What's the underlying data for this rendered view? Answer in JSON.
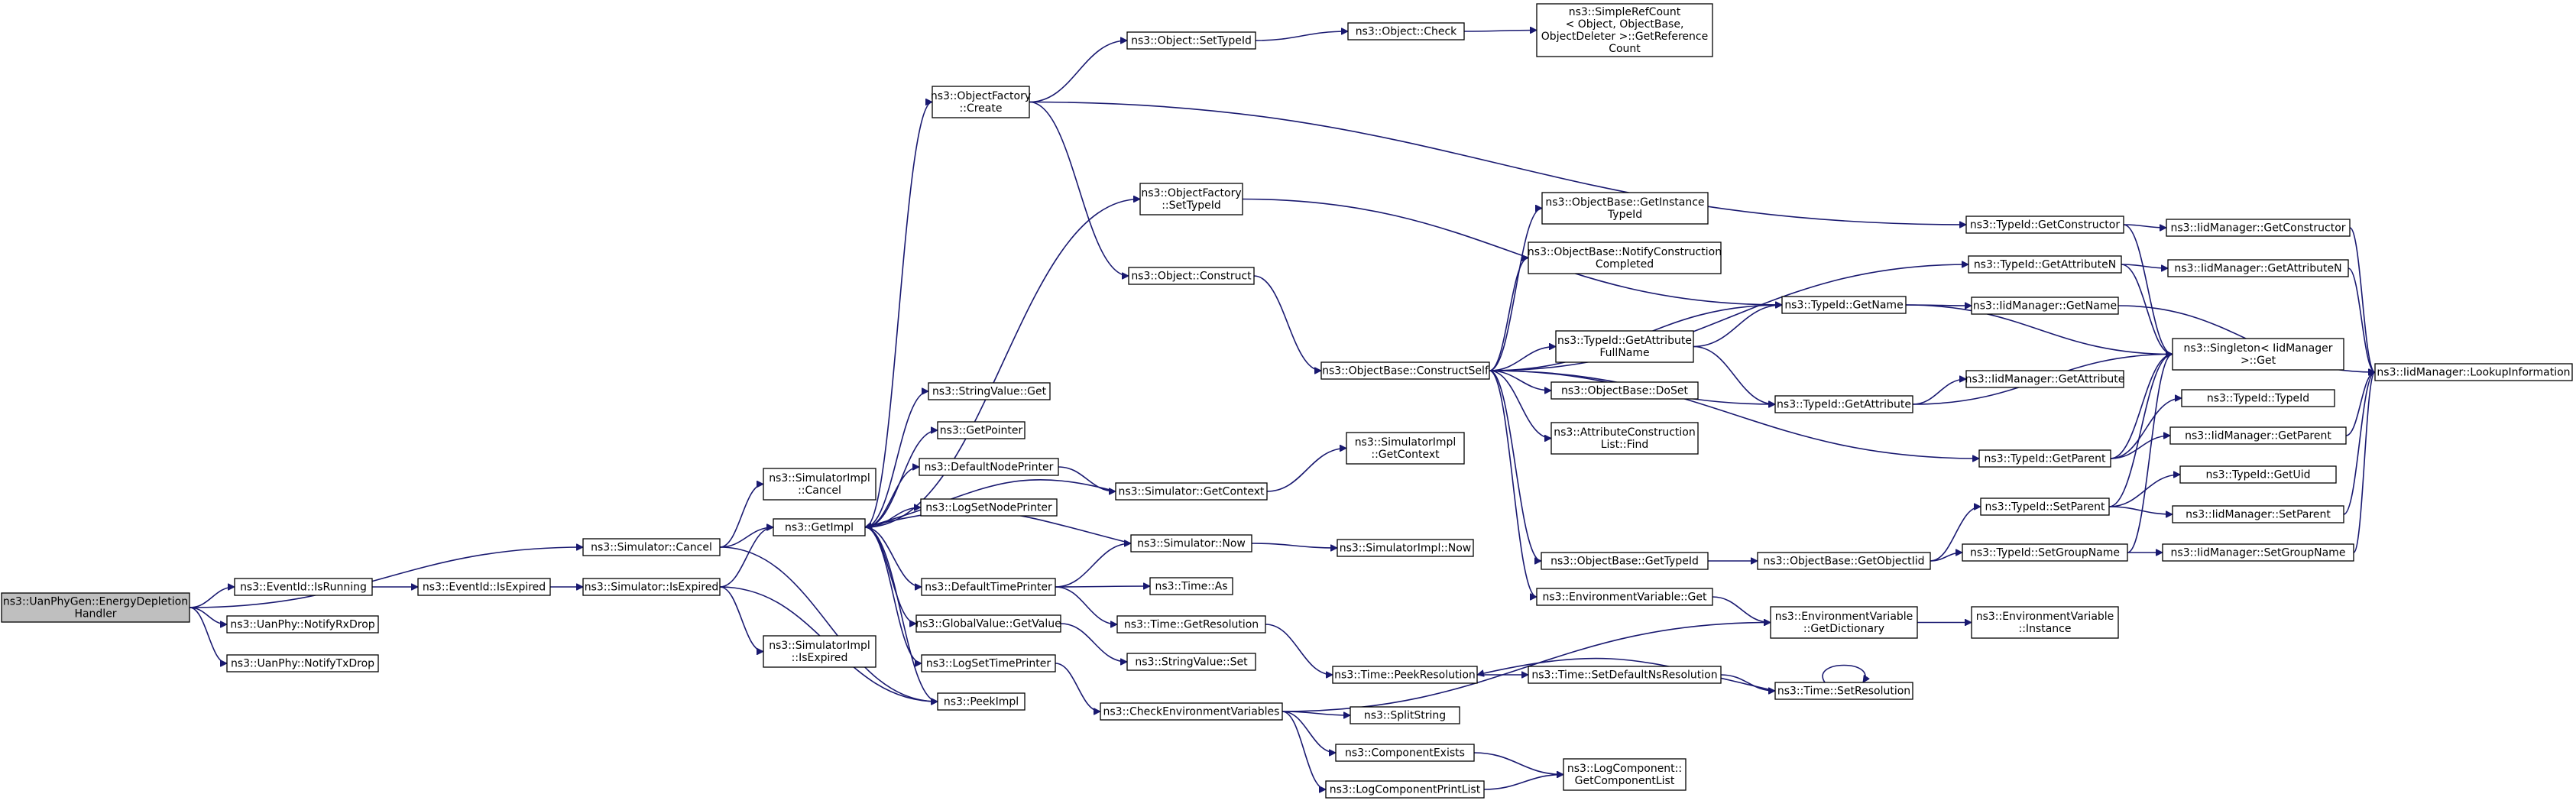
{
  "root": "ns3::UanPhyGen::EnergyDepletionHandler",
  "nodes": [
    {
      "id": "root",
      "label": [
        "ns3::UanPhyGen::EnergyDepletion",
        "Handler"
      ]
    },
    {
      "id": "simcancel",
      "label": [
        "ns3::Simulator::Cancel"
      ]
    },
    {
      "id": "eventisrunning",
      "label": [
        "ns3::EventId::IsRunning"
      ]
    },
    {
      "id": "notifyrx",
      "label": [
        "ns3::UanPhy::NotifyRxDrop"
      ]
    },
    {
      "id": "notifytx",
      "label": [
        "ns3::UanPhy::NotifyTxDrop"
      ]
    },
    {
      "id": "eventisexpired",
      "label": [
        "ns3::EventId::IsExpired"
      ]
    },
    {
      "id": "simisexpired",
      "label": [
        "ns3::Simulator::IsExpired"
      ]
    },
    {
      "id": "simimplcancel",
      "label": [
        "ns3::SimulatorImpl",
        "::Cancel"
      ]
    },
    {
      "id": "simimplisexpired",
      "label": [
        "ns3::SimulatorImpl",
        "::IsExpired"
      ]
    },
    {
      "id": "getimpl",
      "label": [
        "ns3::GetImpl"
      ]
    },
    {
      "id": "peekimpl",
      "label": [
        "ns3::PeekImpl"
      ]
    },
    {
      "id": "objfactorycreate",
      "label": [
        "ns3::ObjectFactory",
        "::Create"
      ]
    },
    {
      "id": "objfactorysettypeid",
      "label": [
        "ns3::ObjectFactory",
        "::SetTypeId"
      ]
    },
    {
      "id": "stringvalueget",
      "label": [
        "ns3::StringValue::Get"
      ]
    },
    {
      "id": "getpointer",
      "label": [
        "ns3::GetPointer"
      ]
    },
    {
      "id": "defaultnodeprinter",
      "label": [
        "ns3::DefaultNodePrinter"
      ]
    },
    {
      "id": "logsetnodeprinter",
      "label": [
        "ns3::LogSetNodePrinter"
      ]
    },
    {
      "id": "defaulttimeprinter",
      "label": [
        "ns3::DefaultTimePrinter"
      ]
    },
    {
      "id": "globalvalueget",
      "label": [
        "ns3::GlobalValue::GetValue"
      ]
    },
    {
      "id": "logsettimeprinter",
      "label": [
        "ns3::LogSetTimePrinter"
      ]
    },
    {
      "id": "objsettypeid",
      "label": [
        "ns3::Object::SetTypeId"
      ]
    },
    {
      "id": "objconstruct",
      "label": [
        "ns3::Object::Construct"
      ]
    },
    {
      "id": "simgetcontext",
      "label": [
        "ns3::Simulator::GetContext"
      ]
    },
    {
      "id": "simnow",
      "label": [
        "ns3::Simulator::Now"
      ]
    },
    {
      "id": "timeas",
      "label": [
        "ns3::Time::As"
      ]
    },
    {
      "id": "timegetres",
      "label": [
        "ns3::Time::GetResolution"
      ]
    },
    {
      "id": "stringvalueset",
      "label": [
        "ns3::StringValue::Set"
      ]
    },
    {
      "id": "checkenv",
      "label": [
        "ns3::CheckEnvironmentVariables"
      ]
    },
    {
      "id": "objcheck",
      "label": [
        "ns3::Object::Check"
      ]
    },
    {
      "id": "objbaseconstructself",
      "label": [
        "ns3::ObjectBase::ConstructSelf"
      ]
    },
    {
      "id": "simimplgetcontext",
      "label": [
        "ns3::SimulatorImpl",
        "::GetContext"
      ]
    },
    {
      "id": "simimplnow",
      "label": [
        "ns3::SimulatorImpl::Now"
      ]
    },
    {
      "id": "timepeekres",
      "label": [
        "ns3::Time::PeekResolution"
      ]
    },
    {
      "id": "splitstring",
      "label": [
        "ns3::SplitString"
      ]
    },
    {
      "id": "componentexists",
      "label": [
        "ns3::ComponentExists"
      ]
    },
    {
      "id": "logcompprintlist",
      "label": [
        "ns3::LogComponentPrintList"
      ]
    },
    {
      "id": "simplerefcount",
      "label": [
        "ns3::SimpleRefCount",
        "< Object, ObjectBase,",
        "ObjectDeleter >::GetReference",
        "Count"
      ]
    },
    {
      "id": "objbasegetinstancetypeid",
      "label": [
        "ns3::ObjectBase::GetInstance",
        "TypeId"
      ]
    },
    {
      "id": "objbasenotify",
      "label": [
        "ns3::ObjectBase::NotifyConstruction",
        "Completed"
      ]
    },
    {
      "id": "typeidgetattrfullname",
      "label": [
        "ns3::TypeId::GetAttribute",
        "FullName"
      ]
    },
    {
      "id": "objbasedoset",
      "label": [
        "ns3::ObjectBase::DoSet"
      ]
    },
    {
      "id": "attrconstrlistfind",
      "label": [
        "ns3::AttributeConstruction",
        "List::Find"
      ]
    },
    {
      "id": "objbasegettypeid",
      "label": [
        "ns3::ObjectBase::GetTypeId"
      ]
    },
    {
      "id": "envget",
      "label": [
        "ns3::EnvironmentVariable::Get"
      ]
    },
    {
      "id": "timesetdefaultns",
      "label": [
        "ns3::Time::SetDefaultNsResolution"
      ]
    },
    {
      "id": "timesetres",
      "label": [
        "ns3::Time::SetResolution"
      ]
    },
    {
      "id": "logcompgetlist",
      "label": [
        "ns3::LogComponent::",
        "GetComponentList"
      ]
    },
    {
      "id": "typeidgetname",
      "label": [
        "ns3::TypeId::GetName"
      ]
    },
    {
      "id": "typeidgetattr",
      "label": [
        "ns3::TypeId::GetAttribute"
      ]
    },
    {
      "id": "objbasegetobjectiid",
      "label": [
        "ns3::ObjectBase::GetObjectIid"
      ]
    },
    {
      "id": "envgetdict",
      "label": [
        "ns3::EnvironmentVariable",
        "::GetDictionary"
      ]
    },
    {
      "id": "typeidgetconstructor",
      "label": [
        "ns3::TypeId::GetConstructor"
      ]
    },
    {
      "id": "typeidgetattrn",
      "label": [
        "ns3::TypeId::GetAttributeN"
      ]
    },
    {
      "id": "typeidgetparent",
      "label": [
        "ns3::TypeId::GetParent"
      ]
    },
    {
      "id": "typeidsetparent",
      "label": [
        "ns3::TypeId::SetParent"
      ]
    },
    {
      "id": "typeidsetgroupname",
      "label": [
        "ns3::TypeId::SetGroupName"
      ]
    },
    {
      "id": "envinstance",
      "label": [
        "ns3::EnvironmentVariable",
        "::Instance"
      ]
    },
    {
      "id": "iidgetconstructor",
      "label": [
        "ns3::IidManager::GetConstructor"
      ]
    },
    {
      "id": "iidgetattrn",
      "label": [
        "ns3::IidManager::GetAttributeN"
      ]
    },
    {
      "id": "iidgetname",
      "label": [
        "ns3::IidManager::GetName"
      ]
    },
    {
      "id": "iidgetattr",
      "label": [
        "ns3::IidManager::GetAttribute"
      ]
    },
    {
      "id": "singletonget",
      "label": [
        "ns3::Singleton< IidManager",
        ">::Get"
      ]
    },
    {
      "id": "typeidtypeid",
      "label": [
        "ns3::TypeId::TypeId"
      ]
    },
    {
      "id": "iidgetparent",
      "label": [
        "ns3::IidManager::GetParent"
      ]
    },
    {
      "id": "typeidgetuid",
      "label": [
        "ns3::TypeId::GetUid"
      ]
    },
    {
      "id": "iidsetparent",
      "label": [
        "ns3::IidManager::SetParent"
      ]
    },
    {
      "id": "iidsetgroupname",
      "label": [
        "ns3::IidManager::SetGroupName"
      ]
    },
    {
      "id": "iidlookup",
      "label": [
        "ns3::IidManager::LookupInformation"
      ]
    }
  ],
  "edges": [
    [
      "root",
      "simcancel"
    ],
    [
      "root",
      "eventisrunning"
    ],
    [
      "root",
      "notifyrx"
    ],
    [
      "root",
      "notifytx"
    ],
    [
      "simcancel",
      "simimplcancel"
    ],
    [
      "simcancel",
      "getimpl"
    ],
    [
      "simcancel",
      "peekimpl"
    ],
    [
      "eventisrunning",
      "eventisexpired"
    ],
    [
      "eventisexpired",
      "simisexpired"
    ],
    [
      "simisexpired",
      "getimpl"
    ],
    [
      "simisexpired",
      "simimplisexpired"
    ],
    [
      "simisexpired",
      "peekimpl"
    ],
    [
      "getimpl",
      "objfactorycreate"
    ],
    [
      "getimpl",
      "objfactorysettypeid"
    ],
    [
      "getimpl",
      "stringvalueget"
    ],
    [
      "getimpl",
      "getpointer"
    ],
    [
      "getimpl",
      "defaultnodeprinter"
    ],
    [
      "getimpl",
      "logsetnodeprinter"
    ],
    [
      "getimpl",
      "defaulttimeprinter"
    ],
    [
      "getimpl",
      "globalvalueget"
    ],
    [
      "getimpl",
      "logsettimeprinter"
    ],
    [
      "getimpl",
      "peekimpl"
    ],
    [
      "simgetcontext",
      "getimpl"
    ],
    [
      "simnow",
      "getimpl"
    ],
    [
      "objfactorycreate",
      "objsettypeid"
    ],
    [
      "objfactorycreate",
      "objconstruct"
    ],
    [
      "objfactorycreate",
      "typeidgetconstructor"
    ],
    [
      "objsettypeid",
      "objcheck"
    ],
    [
      "objcheck",
      "simplerefcount"
    ],
    [
      "objfactorysettypeid",
      "typeidgetname"
    ],
    [
      "objconstruct",
      "objbaseconstructself"
    ],
    [
      "defaultnodeprinter",
      "simgetcontext"
    ],
    [
      "simgetcontext",
      "simimplgetcontext"
    ],
    [
      "defaulttimeprinter",
      "simnow"
    ],
    [
      "defaulttimeprinter",
      "timeas"
    ],
    [
      "defaulttimeprinter",
      "timegetres"
    ],
    [
      "simnow",
      "simimplnow"
    ],
    [
      "globalvalueget",
      "stringvalueset"
    ],
    [
      "logsettimeprinter",
      "checkenv"
    ],
    [
      "timegetres",
      "timepeekres"
    ],
    [
      "checkenv",
      "envgetdict"
    ],
    [
      "checkenv",
      "splitstring"
    ],
    [
      "checkenv",
      "componentexists"
    ],
    [
      "checkenv",
      "logcompprintlist"
    ],
    [
      "componentexists",
      "logcompgetlist"
    ],
    [
      "logcompprintlist",
      "logcompgetlist"
    ],
    [
      "objbaseconstructself",
      "objbasegetinstancetypeid"
    ],
    [
      "objbaseconstructself",
      "objbasenotify"
    ],
    [
      "objbaseconstructself",
      "typeidgetname"
    ],
    [
      "objbaseconstructself",
      "typeidgetattrfullname"
    ],
    [
      "objbaseconstructself",
      "typeidgetattr"
    ],
    [
      "objbaseconstructself",
      "objbasedoset"
    ],
    [
      "objbaseconstructself",
      "attrconstrlistfind"
    ],
    [
      "objbaseconstructself",
      "objbasegettypeid"
    ],
    [
      "objbaseconstructself",
      "envget"
    ],
    [
      "objbaseconstructself",
      "typeidgetparent"
    ],
    [
      "objbaseconstructself",
      "typeidgetattrn"
    ],
    [
      "typeidgetattrfullname",
      "typeidgetname"
    ],
    [
      "typeidgetattrfullname",
      "typeidgetattr"
    ],
    [
      "typeidgetname",
      "iidgetname"
    ],
    [
      "typeidgetname",
      "singletonget"
    ],
    [
      "typeidgetattr",
      "iidgetattr"
    ],
    [
      "typeidgetattr",
      "singletonget"
    ],
    [
      "objbasegettypeid",
      "objbasegetobjectiid"
    ],
    [
      "objbasegetobjectiid",
      "typeidsetparent"
    ],
    [
      "objbasegetobjectiid",
      "typeidsetgroupname"
    ],
    [
      "envget",
      "envgetdict"
    ],
    [
      "envgetdict",
      "envinstance"
    ],
    [
      "timepeekres",
      "timesetdefaultns"
    ],
    [
      "timesetdefaultns",
      "timesetres"
    ],
    [
      "timesetres",
      "timepeekres"
    ],
    [
      "timesetres",
      "timesetres"
    ],
    [
      "typeidgetconstructor",
      "iidgetconstructor"
    ],
    [
      "typeidgetconstructor",
      "singletonget"
    ],
    [
      "typeidgetattrn",
      "iidgetattrn"
    ],
    [
      "typeidgetattrn",
      "singletonget"
    ],
    [
      "typeidgetparent",
      "typeidtypeid"
    ],
    [
      "typeidgetparent",
      "iidgetparent"
    ],
    [
      "typeidgetparent",
      "singletonget"
    ],
    [
      "typeidsetparent",
      "typeidgetuid"
    ],
    [
      "typeidsetparent",
      "iidsetparent"
    ],
    [
      "typeidsetparent",
      "singletonget"
    ],
    [
      "typeidsetgroupname",
      "iidsetgroupname"
    ],
    [
      "typeidsetgroupname",
      "singletonget"
    ],
    [
      "iidgetconstructor",
      "iidlookup"
    ],
    [
      "iidgetattrn",
      "iidlookup"
    ],
    [
      "iidgetname",
      "iidlookup"
    ],
    [
      "iidgetparent",
      "iidlookup"
    ],
    [
      "iidsetparent",
      "iidlookup"
    ],
    [
      "iidsetgroupname",
      "iidlookup"
    ]
  ]
}
